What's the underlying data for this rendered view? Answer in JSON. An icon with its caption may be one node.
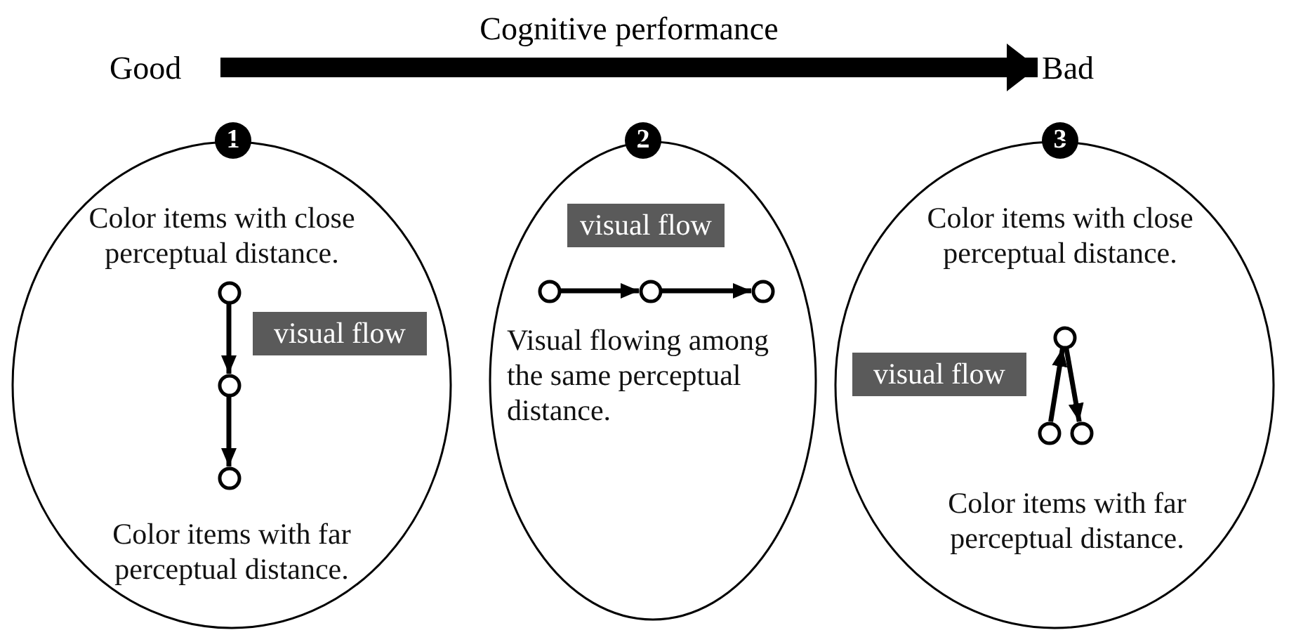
{
  "diagram": {
    "nodes": [
      {
        "text": [
          "Good"
        ]
      },
      {
        "text": [
          "Bad"
        ]
      },
      {
        "text": [
          "1"
        ]
      },
      {
        "text": [
          "Color items with close perceptual distance.",
          "Color items with far perceptual distance."
        ]
      },
      {
        "text": [
          "visual flow"
        ],
        "in": 3
      },
      {
        "text": [],
        "shape": "circle",
        "in": 3
      },
      {
        "text": [],
        "shape": "circle",
        "in": 3
      },
      {
        "text": [],
        "shape": "circle",
        "in": 3
      },
      {
        "text": [
          "2"
        ]
      },
      {
        "text": [
          "Visual flowing among the same perceptual distance."
        ]
      },
      {
        "text": [
          "visual flow"
        ],
        "in": 9
      },
      {
        "text": [],
        "shape": "circle",
        "in": 9
      },
      {
        "text": [],
        "shape": "circle",
        "in": 9
      },
      {
        "text": [],
        "shape": "circle",
        "in": 9
      },
      {
        "text": [
          "3"
        ]
      },
      {
        "text": [
          "Color items with close perceptual distance.",
          "Color items with far perceptual distance."
        ]
      },
      {
        "text": [
          "visual flow"
        ],
        "in": 15
      },
      {
        "text": [],
        "shape": "circle",
        "in": 15
      },
      {
        "text": [],
        "shape": "circle",
        "in": 15
      },
      {
        "text": [],
        "shape": "circle",
        "in": 15
      }
    ],
    "edges": [
      {
        "from": 0,
        "to": 1,
        "arrow": "to",
        "label": "Cognitive performance",
        "style": "thick"
      },
      {
        "from": 5,
        "to": 6,
        "arrow": "to"
      },
      {
        "from": 6,
        "to": 7,
        "arrow": "to"
      },
      {
        "from": 11,
        "to": 12,
        "arrow": "to"
      },
      {
        "from": 12,
        "to": 13,
        "arrow": "to"
      },
      {
        "from": 17,
        "to": 18,
        "arrow": "to"
      },
      {
        "from": 18,
        "to": 19,
        "arrow": "to"
      }
    ]
  }
}
